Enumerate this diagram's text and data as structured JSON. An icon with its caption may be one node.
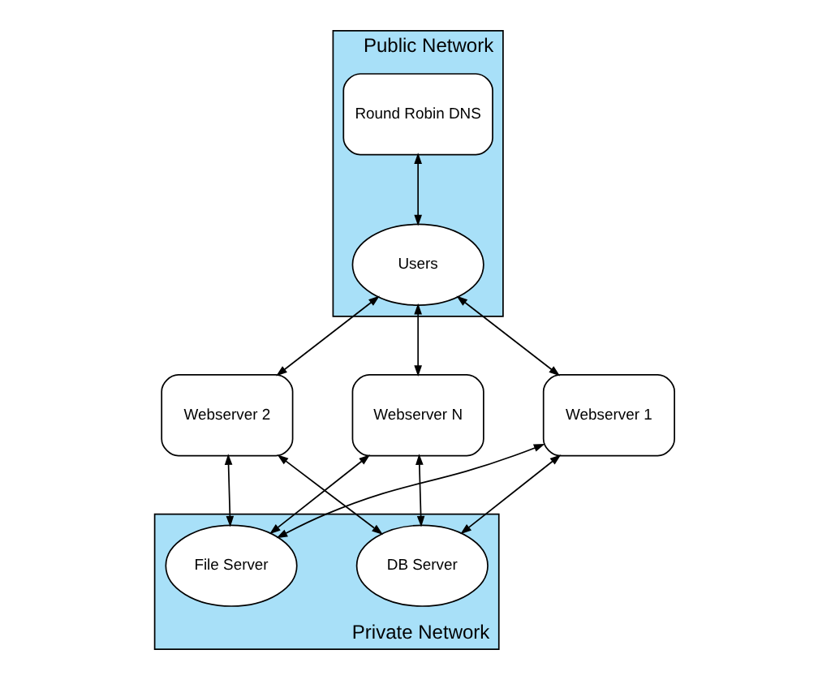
{
  "diagram": {
    "nodes": [
      {
        "text": [
          "Public Network"
        ]
      },
      {
        "text": [
          "Round Robin DNS"
        ],
        "in": 0
      },
      {
        "text": [
          "Users"
        ],
        "in": 0
      },
      {
        "text": [
          "Webserver 1"
        ]
      },
      {
        "text": [
          "Webserver 2"
        ]
      },
      {
        "text": [
          "Webserver N"
        ]
      },
      {
        "text": [
          "Private Network"
        ]
      },
      {
        "text": [
          "DB Server"
        ],
        "in": 6
      },
      {
        "text": [
          "File Server"
        ],
        "in": 6
      }
    ],
    "edges": [
      {
        "from": 1,
        "to": 2,
        "arrow": "both"
      },
      {
        "from": 2,
        "to": 3,
        "arrow": "both"
      },
      {
        "from": 2,
        "to": 4,
        "arrow": "both"
      },
      {
        "from": 2,
        "to": 5,
        "arrow": "both"
      },
      {
        "from": 3,
        "to": 7,
        "arrow": "both"
      },
      {
        "from": 3,
        "to": 8,
        "arrow": "both"
      },
      {
        "from": 4,
        "to": 7,
        "arrow": "both"
      },
      {
        "from": 4,
        "to": 8,
        "arrow": "both"
      },
      {
        "from": 5,
        "to": 7,
        "arrow": "both"
      },
      {
        "from": 5,
        "to": 8,
        "arrow": "both"
      }
    ]
  }
}
